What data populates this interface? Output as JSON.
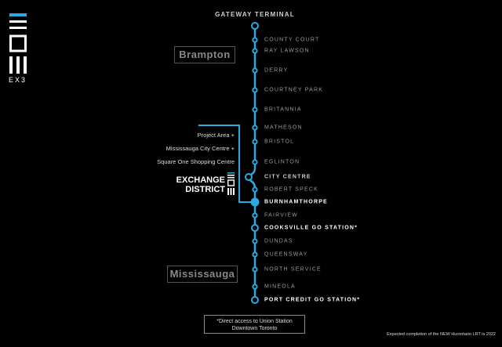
{
  "brand": {
    "logo_text": "EX3",
    "accent": "#29abe2"
  },
  "line": {
    "terminal": "GATEWAY TERMINAL",
    "stations": [
      {
        "name": "COUNTY COURT",
        "type": "minor"
      },
      {
        "name": "RAY LAWSON",
        "type": "minor"
      },
      {
        "name": "DERRY",
        "type": "minor"
      },
      {
        "name": "COURTNEY PARK",
        "type": "minor"
      },
      {
        "name": "BRITANNIA",
        "type": "minor"
      },
      {
        "name": "MATHESON",
        "type": "minor"
      },
      {
        "name": "BRISTOL",
        "type": "minor"
      },
      {
        "name": "EGLINTON",
        "type": "minor"
      },
      {
        "name": "CITY CENTRE",
        "type": "loop"
      },
      {
        "name": "ROBERT SPECK",
        "type": "minor"
      },
      {
        "name": "BURNHAMTHORPE",
        "type": "highlight"
      },
      {
        "name": "FAIRVIEW",
        "type": "minor"
      },
      {
        "name": "COOKSVILLE GO STATION*",
        "type": "major"
      },
      {
        "name": "DUNDAS",
        "type": "minor"
      },
      {
        "name": "QUEENSWAY",
        "type": "minor"
      },
      {
        "name": "NORTH SERVICE",
        "type": "minor"
      },
      {
        "name": "MINEOLA",
        "type": "minor"
      },
      {
        "name": "PORT CREDIT GO STATION*",
        "type": "major"
      }
    ]
  },
  "cities": {
    "north": "Brampton",
    "south": "Mississauga"
  },
  "exchange": {
    "points": [
      "Project Area +",
      "Mississauga City Centre +",
      "Square One Shopping Centre"
    ],
    "title_line1": "EXCHANGE",
    "title_line2": "DISTRICT"
  },
  "note": {
    "line1": "*Direct access to Union Station",
    "line2": "Downtown Toronto"
  },
  "footer": "Expected completion of the NEW Hurontario LRT is 2022"
}
